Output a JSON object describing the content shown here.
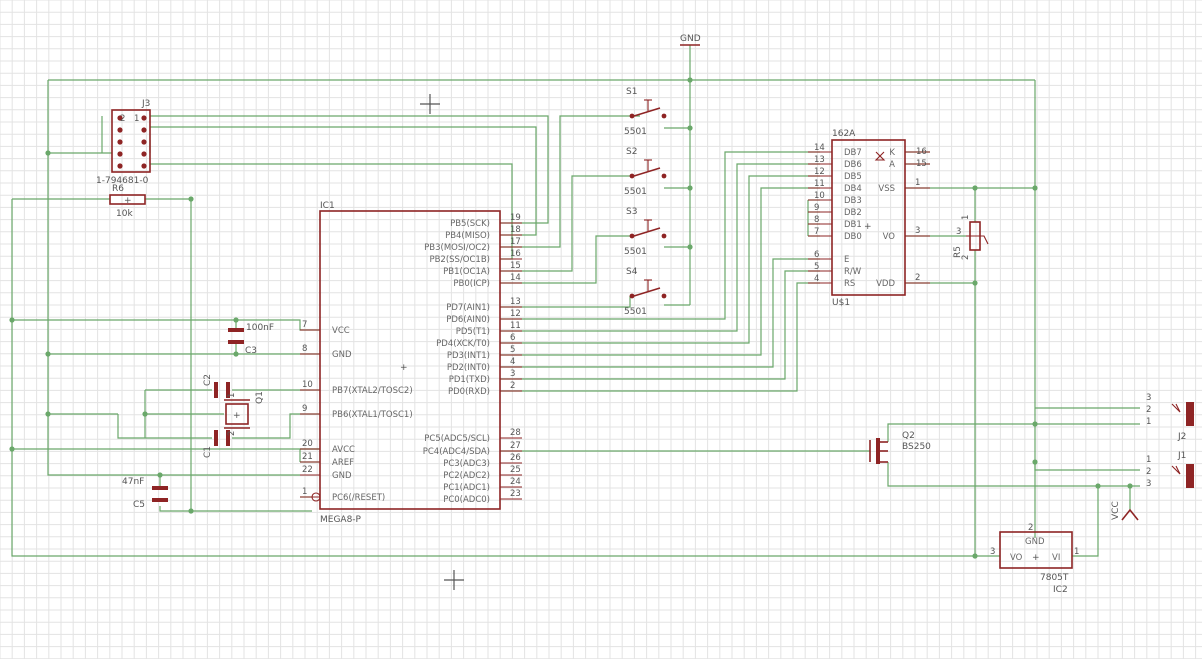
{
  "canvas": {
    "background": "#ffffff",
    "grid_color": "#e3e3e3",
    "wire_color": "#6aa86a",
    "symbol_color": "#8e2424",
    "text_color": "#555555"
  },
  "ic1": {
    "name": "IC1",
    "value": "MEGA8-P",
    "left_pins": [
      {
        "num": "7",
        "name": "VCC"
      },
      {
        "num": "8",
        "name": "GND"
      },
      {
        "num": "10",
        "name": "PB7(XTAL2/TOSC2)"
      },
      {
        "num": "9",
        "name": "PB6(XTAL1/TOSC1)"
      },
      {
        "num": "20",
        "name": "AVCC"
      },
      {
        "num": "21",
        "name": "AREF"
      },
      {
        "num": "22",
        "name": "GND"
      },
      {
        "num": "1",
        "name": "PC6(/RESET)"
      }
    ],
    "right_pins": [
      {
        "num": "19",
        "name": "PB5(SCK)"
      },
      {
        "num": "18",
        "name": "PB4(MISO)"
      },
      {
        "num": "17",
        "name": "PB3(MOSI/OC2)"
      },
      {
        "num": "16",
        "name": "PB2(SS/OC1B)"
      },
      {
        "num": "15",
        "name": "PB1(OC1A)"
      },
      {
        "num": "14",
        "name": "PB0(ICP)"
      },
      {
        "num": "13",
        "name": "PD7(AIN1)"
      },
      {
        "num": "12",
        "name": "PD6(AIN0)"
      },
      {
        "num": "11",
        "name": "PD5(T1)"
      },
      {
        "num": "6",
        "name": "PD4(XCK/T0)"
      },
      {
        "num": "5",
        "name": "PD3(INT1)"
      },
      {
        "num": "4",
        "name": "PD2(INT0)"
      },
      {
        "num": "3",
        "name": "PD1(TXD)"
      },
      {
        "num": "2",
        "name": "PD0(RXD)"
      },
      {
        "num": "28",
        "name": "PC5(ADC5/SCL)"
      },
      {
        "num": "27",
        "name": "PC4(ADC4/SDA)"
      },
      {
        "num": "26",
        "name": "PC3(ADC3)"
      },
      {
        "num": "25",
        "name": "PC2(ADC2)"
      },
      {
        "num": "24",
        "name": "PC1(ADC1)"
      },
      {
        "num": "23",
        "name": "PC0(ADC0)"
      }
    ]
  },
  "lcd": {
    "name": "162A",
    "value": "U$1",
    "left_pins": [
      {
        "num": "14",
        "name": "DB7"
      },
      {
        "num": "13",
        "name": "DB6"
      },
      {
        "num": "12",
        "name": "DB5"
      },
      {
        "num": "11",
        "name": "DB4"
      },
      {
        "num": "10",
        "name": "DB3"
      },
      {
        "num": "9",
        "name": "DB2"
      },
      {
        "num": "8",
        "name": "DB1"
      },
      {
        "num": "7",
        "name": "DB0"
      },
      {
        "num": "6",
        "name": "E"
      },
      {
        "num": "5",
        "name": "R/W"
      },
      {
        "num": "4",
        "name": "RS"
      }
    ],
    "right_pins": [
      {
        "num": "16",
        "name": "K"
      },
      {
        "num": "15",
        "name": "A"
      },
      {
        "num": "1",
        "name": "VSS"
      },
      {
        "num": "3",
        "name": "VO"
      },
      {
        "num": "2",
        "name": "VDD"
      }
    ]
  },
  "reg": {
    "name": "IC2",
    "value": "7805T",
    "pin_gnd": "GND",
    "pin_vo": "VO",
    "pin_vi": "VI",
    "num_gnd": "2",
    "num_vo": "3",
    "num_vi": "1"
  },
  "switches": [
    {
      "name": "S1",
      "value": "5501"
    },
    {
      "name": "S2",
      "value": "5501"
    },
    {
      "name": "S3",
      "value": "5501"
    },
    {
      "name": "S4",
      "value": "5501"
    }
  ],
  "j3": {
    "name": "J3",
    "value": "1-794681-0",
    "pin_a": "2",
    "pin_b": "1"
  },
  "r6": {
    "name": "R6",
    "value": "10k"
  },
  "r5": {
    "name": "R5",
    "pin_top": "1",
    "pin_mid": "2",
    "pin_left": "3"
  },
  "c3": {
    "name": "C3",
    "value": "100nF"
  },
  "c2": {
    "name": "C2"
  },
  "c1": {
    "name": "C1"
  },
  "c5": {
    "name": "C5",
    "value": "47nF"
  },
  "q1": {
    "name": "Q1",
    "pin_a": "1",
    "pin_b": "2"
  },
  "q2": {
    "name": "Q2",
    "value": "BS250"
  },
  "j2": {
    "name": "J2",
    "pins": [
      "3",
      "2",
      "1"
    ]
  },
  "j1": {
    "name": "J1",
    "pins": [
      "1",
      "2",
      "3"
    ]
  },
  "supplies": {
    "gnd": "GND",
    "vcc": "VCC"
  },
  "lcd_pin_numbers": {
    "vss": "1",
    "vo": "3",
    "vdd": "2"
  }
}
